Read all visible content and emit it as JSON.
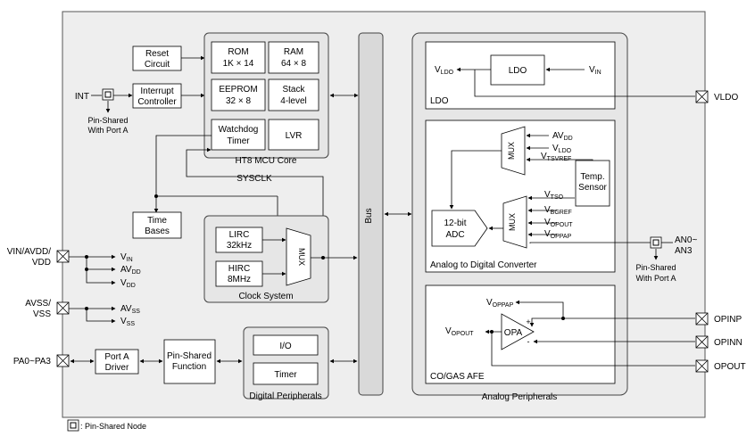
{
  "blocks": {
    "reset": [
      "Reset",
      "Circuit"
    ],
    "interrupt": [
      "Interrupt",
      "Controller"
    ],
    "rom": [
      "ROM",
      "1K × 14"
    ],
    "ram": [
      "RAM",
      "64 × 8"
    ],
    "eeprom": [
      "EEPROM",
      "32 × 8"
    ],
    "stack": [
      "Stack",
      "4-level"
    ],
    "watchdog": [
      "Watchdog",
      "Timer"
    ],
    "lvr": "LVR",
    "mcu_core": "HT8 MCU Core",
    "sysclk": "SYSCLK",
    "time_bases": [
      "Time",
      "Bases"
    ],
    "lirc": [
      "LIRC",
      "32kHz"
    ],
    "hirc": [
      "HIRC",
      "8MHz"
    ],
    "clock_mux": "MUX",
    "clock_system": "Clock System",
    "bus": "Bus",
    "port_a_driver": [
      "Port A",
      "Driver"
    ],
    "pin_shared_function": [
      "Pin-Shared",
      "Function"
    ],
    "io": "I/O",
    "timer": "Timer",
    "digital_peripherals": "Digital Peripherals",
    "ldo": "LDO",
    "ldo_section": "LDO",
    "adc_mux_top": "MUX",
    "adc_mux_bottom": "MUX",
    "temp_sensor": [
      "Temp.",
      "Sensor"
    ],
    "adc": [
      "12-bit",
      "ADC"
    ],
    "adc_section": "Analog to Digital Converter",
    "opa": "OPA",
    "afe_section": "CO/GAS AFE",
    "analog_peripherals": "Analog Peripherals"
  },
  "pins": {
    "int": "INT",
    "int_note": [
      "Pin-Shared",
      "With Port A"
    ],
    "vin_avdd_vdd": [
      "VIN/AVDD/",
      "VDD"
    ],
    "avss_vss": [
      "AVSS/",
      "VSS"
    ],
    "pa": "PA0~PA3",
    "vldo": "VLDO",
    "an": [
      "AN0~",
      "AN3"
    ],
    "an_note": [
      "Pin-Shared",
      "With Port A"
    ],
    "opinp": "OPINP",
    "opinn": "OPINN",
    "opout": "OPOUT"
  },
  "signals": {
    "vin": {
      "main": "V",
      "sub": "IN"
    },
    "avdd": {
      "main": "AV",
      "sub": "DD"
    },
    "vdd": {
      "main": "V",
      "sub": "DD"
    },
    "avss": {
      "main": "AV",
      "sub": "SS"
    },
    "vss": {
      "main": "V",
      "sub": "SS"
    },
    "vldo_in": {
      "main": "V",
      "sub": "LDO"
    },
    "ldo_vin": {
      "main": "V",
      "sub": "IN"
    },
    "mux_avdd": {
      "main": "AV",
      "sub": "DD"
    },
    "mux_vldo": {
      "main": "V",
      "sub": "LDO"
    },
    "vtsvref": {
      "main": "V",
      "sub": "TSVREF"
    },
    "vtso": {
      "main": "V",
      "sub": "TSO"
    },
    "vbgref": {
      "main": "V",
      "sub": "BGREF"
    },
    "vopout_mux": {
      "main": "V",
      "sub": "OPOUT"
    },
    "voppap_mux": {
      "main": "V",
      "sub": "OPPAP"
    },
    "voppap_afe": {
      "main": "V",
      "sub": "OPPAP"
    },
    "vopout_afe": {
      "main": "V",
      "sub": "OPOUT"
    }
  },
  "legend": ": Pin-Shared Node"
}
